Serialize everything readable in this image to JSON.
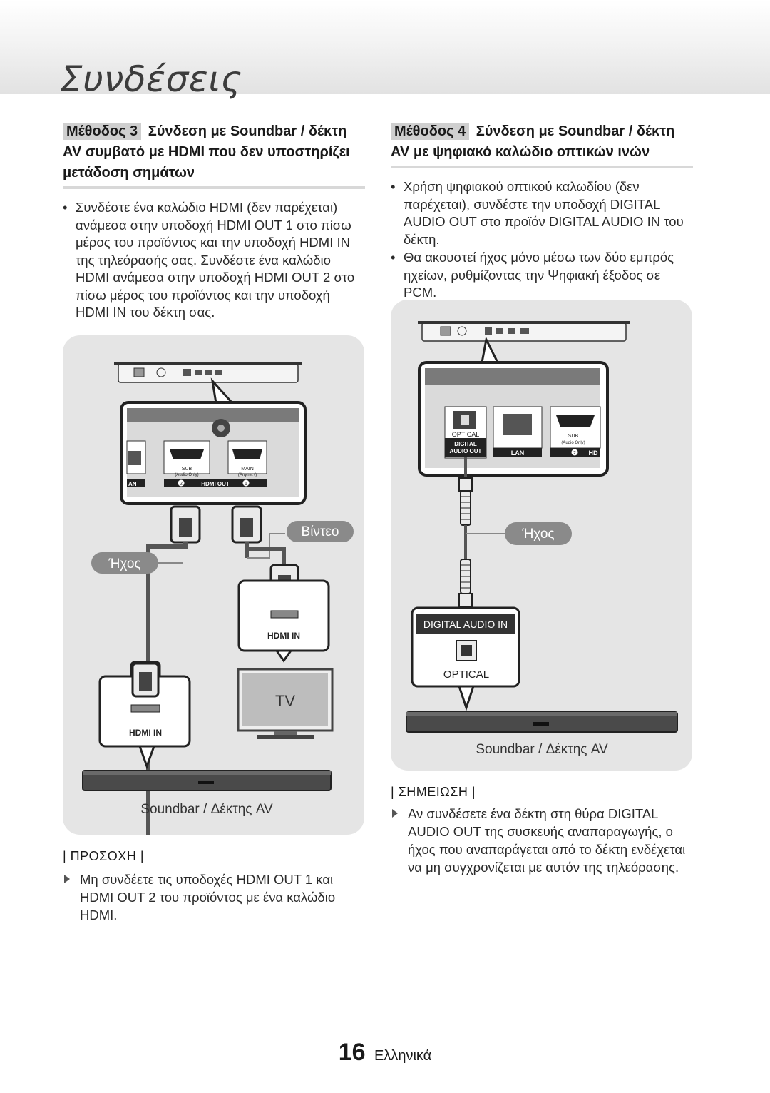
{
  "page": {
    "title": "Συνδέσεις",
    "number": "16",
    "language": "Ελληνικά"
  },
  "method3": {
    "tag": "Μέθοδος 3",
    "heading": "Σύνδεση με Soundbar / δέκτη AV συμβατό με HDMI που δεν υποστηρίζει μετάδοση σημάτων",
    "bullets": [
      "Συνδέστε ένα καλώδιο HDMI (δεν παρέχεται) ανάμεσα στην υποδοχή HDMI OUT 1 στο πίσω μέρος του προϊόντος και την υποδοχή HDMI IN της τηλεόρασής σας. Συνδέστε ένα καλώδιο HDMI ανάμεσα στην υποδοχή HDMI OUT 2 στο πίσω μέρος του προϊόντος και την υποδοχή HDMI IN του δέκτη σας."
    ],
    "diagram": {
      "video_label": "Βίντεο",
      "audio_label": "Ήχος",
      "tv_label": "TV",
      "hdmi_in_label": "HDMI IN",
      "hdmi_out_label": "HDMI OUT",
      "port_sub": "SUB",
      "port_sub_note": "(Audio Only)",
      "port_main": "MAIN",
      "port_main_note": "(Anynet+)",
      "lan_fragment": "AN",
      "num2": "2",
      "num1": "1",
      "caption": "Soundbar / Δέκτης AV"
    },
    "caution_title": "| ΠΡΟΣΟΧΗ |",
    "caution_text": "Μη συνδέετε τις υποδοχές HDMI OUT 1 και HDMI OUT 2 του προϊόντος με ένα καλώδιο HDMI."
  },
  "method4": {
    "tag": "Μέθοδος 4",
    "heading": "Σύνδεση με Soundbar / δέκτη AV με ψηφιακό καλώδιο οπτικών ινών",
    "bullets": [
      "Χρήση ψηφιακού οπτικού καλωδίου (δεν παρέχεται), συνδέστε την υποδοχή DIGITAL AUDIO OUT στο προϊόν DIGITAL AUDIO IN του δέκτη.",
      "Θα ακουστεί ήχος μόνο μέσω των δύο εμπρός ηχείων, ρυθμίζοντας την Ψηφιακή έξοδος σε PCM."
    ],
    "diagram": {
      "audio_label": "Ήχος",
      "optical": "OPTICAL",
      "digital_audio_out_1": "DIGITAL",
      "digital_audio_out_2": "AUDIO OUT",
      "lan": "LAN",
      "sub": "SUB",
      "sub_note": "(Audio Only)",
      "hd_fragment": "HD",
      "num2": "2",
      "digital_audio_in": "DIGITAL AUDIO IN",
      "optical_in": "OPTICAL",
      "caption": "Soundbar / Δέκτης AV"
    },
    "note_title": "| ΣΗΜΕΙΩΣΗ |",
    "note_text": "Αν συνδέσετε ένα δέκτη στη θύρα DIGITAL AUDIO OUT της συσκευής αναπαραγωγής, ο ήχος που αναπαράγεται από το δέκτη ενδέχεται να μη συγχρονίζεται με αυτόν της τηλεόρασης."
  }
}
